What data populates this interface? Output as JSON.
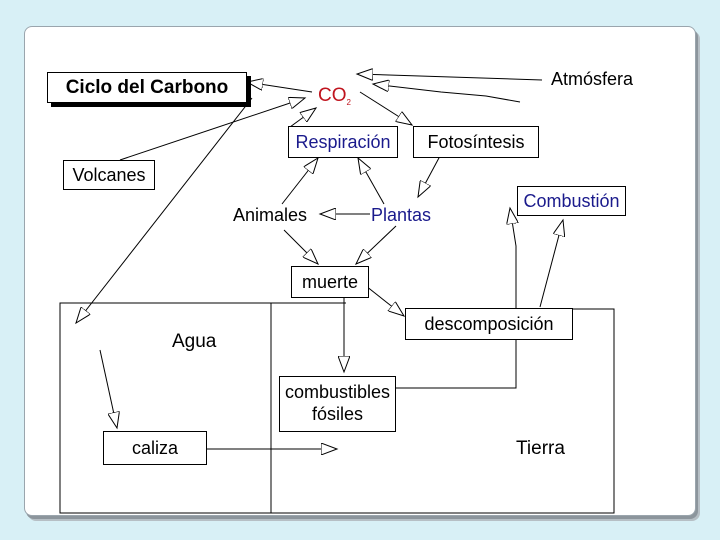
{
  "diagram": {
    "title": "Ciclo del Carbono",
    "nodes": {
      "atmosfera": "Atmósfera",
      "co2_main": "CO",
      "co2_sub": "2",
      "respiracion": "Respiración",
      "fotosintesis": "Fotosíntesis",
      "volcanes": "Volcanes",
      "combustion": "Combustión",
      "animales": "Animales",
      "plantas": "Plantas",
      "muerte": "muerte",
      "agua": "Agua",
      "descomposicion": "descomposición",
      "combustibles_line1": "combustibles",
      "combustibles_line2": "fósiles",
      "caliza": "caliza",
      "tierra": "Tierra"
    },
    "colors": {
      "co2": "#c0141e",
      "blue_text": "#1a1a8c",
      "background": "#d8f0f6",
      "frame": "#ffffff"
    }
  }
}
